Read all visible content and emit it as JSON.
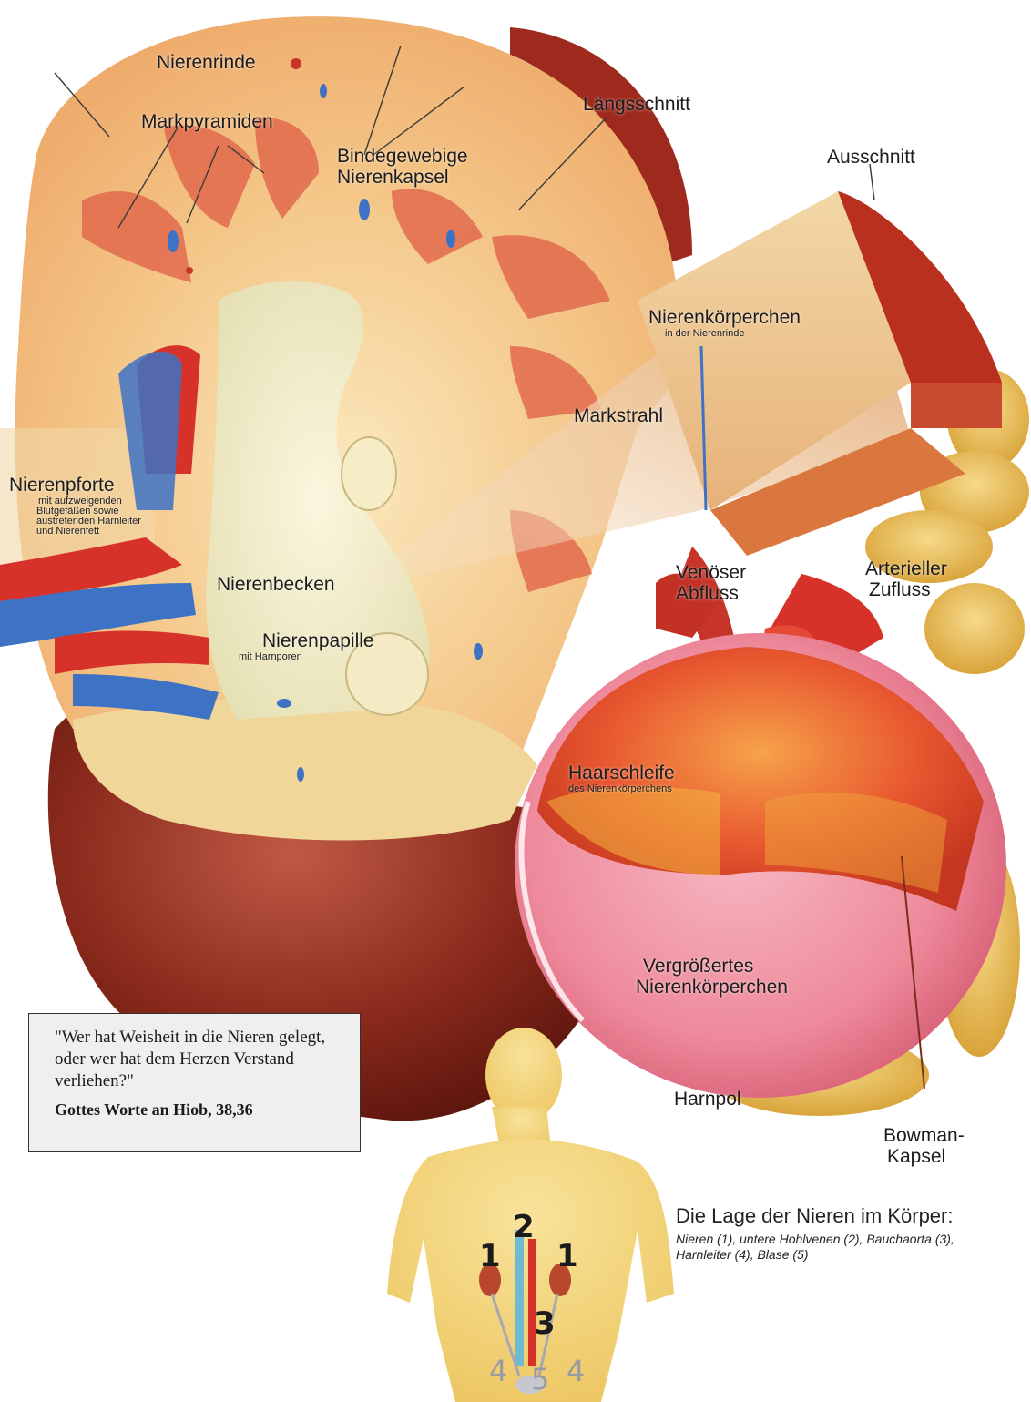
{
  "labels": {
    "nierenrinde": "Nierenrinde",
    "markpyramiden": "Markpyramiden",
    "bindegewebige": "Bindegewebige",
    "nierenkapsel": "Nierenkapsel",
    "laengsschnitt": "Längsschnitt",
    "ausschnitt": "Ausschnitt",
    "nierenkoerperchen": "Nierenkörperchen",
    "nierenkoerperchen_sub": "in der Nierenrinde",
    "markstrahl": "Markstrahl",
    "nierenpforte": "Nierenpforte",
    "nierenpforte_sub_1": "mit aufzweigenden",
    "nierenpforte_sub_2": "Blutgefäßen sowie",
    "nierenpforte_sub_3": "austretenden Harnleiter",
    "nierenpforte_sub_4": "und Nierenfett",
    "nierenbecken": "Nierenbecken",
    "nierenpapille": "Nierenpapille",
    "nierenpapille_sub": "mit Harnporen",
    "venoeser": "Venöser",
    "abfluss": "Abfluss",
    "arterieller": "Arterieller",
    "zufluss": "Zufluss",
    "haarschleife": "Haarschleife",
    "haarschleife_sub": "des Nierenkörperchens",
    "vergroessertes": "Vergrößertes",
    "nierenkoerperchen_2": "Nierenkörperchen",
    "harnpol": "Harnpol",
    "bowman": "Bowman-",
    "kapsel": "Kapsel"
  },
  "quote": {
    "text": "\"Wer hat Weisheit in die Nieren gelegt, oder wer hat dem Herzen Verstand verliehen?\"",
    "source": "Gottes Worte an Hiob, 38,36"
  },
  "legend": {
    "title": "Die Lage der Nieren im Körper:",
    "text": "Nieren (1), untere Hohlvenen (2), Bauchaorta (3), Harnleiter (4), Blase (5)"
  },
  "figure_numbers": {
    "kidney_left": "1",
    "kidney_right": "1",
    "vena_cava": "2",
    "aorta": "3",
    "ureter_left": "4",
    "bladder": "5",
    "ureter_right": "4"
  },
  "colors": {
    "capsule_dark": "#7a1e14",
    "capsule_mid": "#b3402c",
    "cortex": "#f3c98a",
    "medulla": "#e0664a",
    "pelvis": "#f2ecc9",
    "artery": "#d7322a",
    "vein": "#3d72c4",
    "glomerulus_pink": "#ef8a9a",
    "glomerulus_core": "#e8452e",
    "tubule_yellow": "#f0c25a",
    "body_skin": "#f3d77a"
  }
}
